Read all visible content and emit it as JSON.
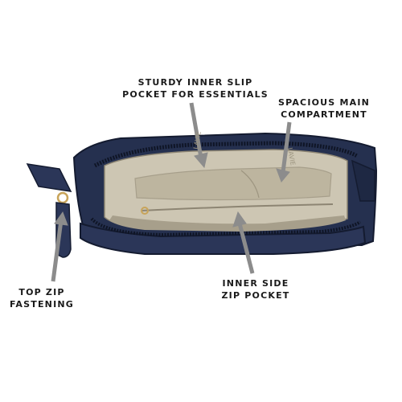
{
  "image": {
    "subject": "navy blue handbag shown open from above with callout labels",
    "colors": {
      "bag_navy": "#25304f",
      "bag_edge": "#141b30",
      "lining": "#cdc6b3",
      "lining_shadow": "#a79f8b",
      "zipper_gold": "#c8a45a",
      "arrow_gray": "#8c8c8c"
    }
  },
  "labels": {
    "slip_pocket": [
      "STURDY INNER SLIP",
      "POCKET FOR ESSENTIALS"
    ],
    "main_compartment": [
      "SPACIOUS MAIN",
      "COMPARTMENT"
    ],
    "top_zip": [
      "TOP ZIP",
      "FASTENING"
    ],
    "side_zip_pocket": [
      "INNER SIDE",
      "ZIP POCKET"
    ]
  },
  "brand": {
    "lining_print": "LAVIE"
  }
}
